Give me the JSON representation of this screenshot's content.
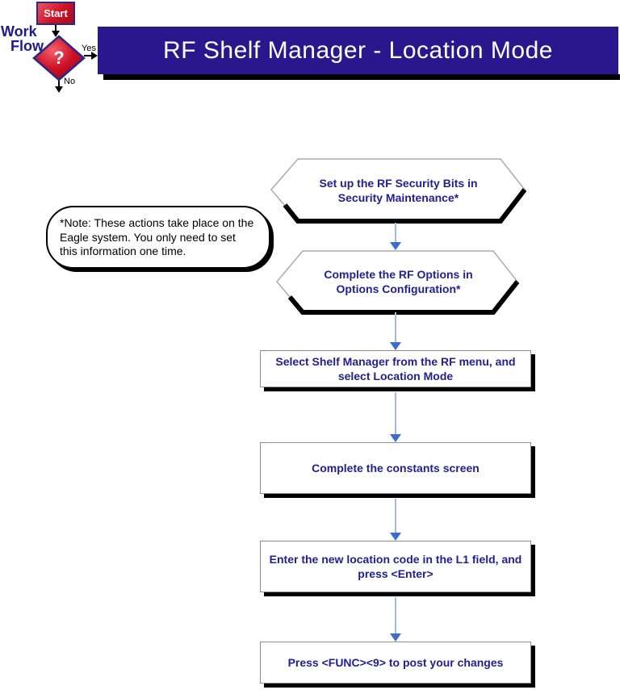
{
  "workflow_logo": {
    "word1": "Work",
    "word2": "Flow",
    "start_label": "Start",
    "decision_label": "?",
    "yes_label": "Yes",
    "no_label": "No"
  },
  "banner": {
    "title": "RF Shelf Manager - Location Mode"
  },
  "flowchart": {
    "steps": [
      {
        "shape": "hexagon",
        "text": "Set up the RF Security Bits in Security Maintenance*"
      },
      {
        "shape": "hexagon",
        "text": "Complete the RF Options in Options Configuration*"
      },
      {
        "shape": "rectangle",
        "text": "Select Shelf Manager from the RF menu, and select Location Mode"
      },
      {
        "shape": "rectangle",
        "text": "Complete the constants screen"
      },
      {
        "shape": "rectangle",
        "text": "Enter the new location code in the L1 field, and press <Enter>"
      },
      {
        "shape": "rectangle",
        "text": "Press <FUNC><9> to post your changes"
      }
    ],
    "note": {
      "text": "*Note: These actions take place on the Eagle system. You only need to set this information one time."
    }
  },
  "colors": {
    "banner_bg": "#2A178E",
    "step_text": "#23208F",
    "accent_red": "#CE1126",
    "connector_line": "#A4B9E6",
    "connector_arrow": "#3E6CCE",
    "shadow": "#000000"
  }
}
